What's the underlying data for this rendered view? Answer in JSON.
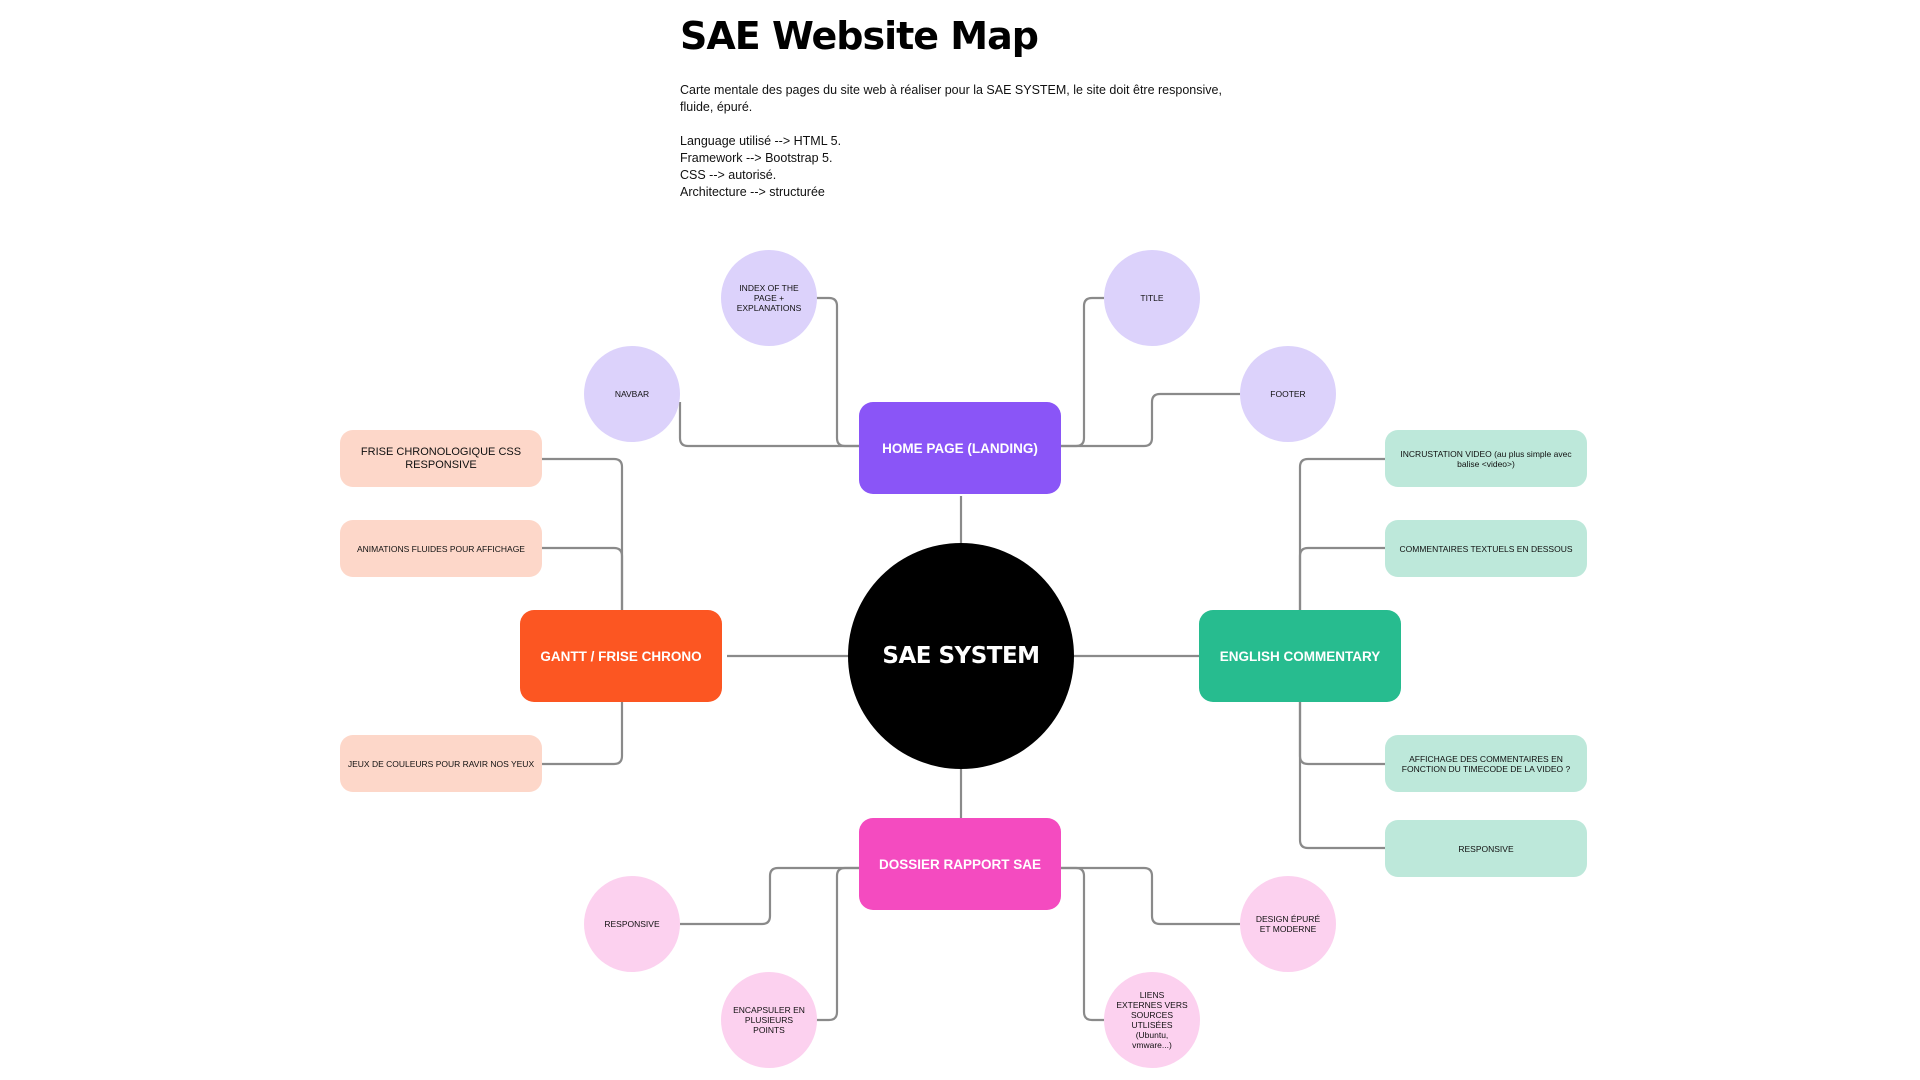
{
  "header": {
    "title": "SAE Website Map",
    "desc_line1": "Carte mentale des pages du site web à réaliser pour la SAE SYSTEM, le site doit être responsive, fluide, épuré.",
    "desc_line2": "Language utilisé --> HTML 5.",
    "desc_line3": "Framework --> Bootstrap 5.",
    "desc_line4": "CSS --> autorisé.",
    "desc_line5": "Architecture --> structurée"
  },
  "colors": {
    "center": "#000000",
    "home": "#8a55f7",
    "home_leaf": "#dcd2fb",
    "gantt": "#fc5622",
    "gantt_leaf": "#fdd7c9",
    "english": "#27bc8f",
    "english_leaf": "#bde8da",
    "dossier": "#f44bc0",
    "dossier_leaf": "#fcd1ef",
    "connector": "#8a8a8a"
  },
  "mindmap": {
    "center": "SAE SYSTEM",
    "home": {
      "label": "HOME PAGE (LANDING)",
      "children": [
        "INDEX OF THE PAGE + EXPLANATIONS",
        "NAVBAR",
        "TITLE",
        "FOOTER"
      ]
    },
    "gantt": {
      "label": "GANTT / FRISE CHRONO",
      "children": [
        "FRISE CHRONOLOGIQUE CSS RESPONSIVE",
        "ANIMATIONS FLUIDES POUR AFFICHAGE",
        "JEUX DE COULEURS POUR RAVIR NOS YEUX"
      ]
    },
    "english": {
      "label": "ENGLISH COMMENTARY",
      "children": [
        "INCRUSTATION VIDEO (au plus simple avec balise <video>)",
        "COMMENTAIRES TEXTUELS EN DESSOUS",
        "AFFICHAGE DES COMMENTAIRES EN FONCTION DU TIMECODE DE LA VIDEO ?",
        "RESPONSIVE"
      ]
    },
    "dossier": {
      "label": "DOSSIER RAPPORT SAE",
      "children": [
        "RESPONSIVE",
        "ENCAPSULER EN PLUSIEURS POINTS",
        "DESIGN ÉPURÉ ET MODERNE",
        "LIENS EXTERNES VERS SOURCES UTLISÉES (Ubuntu, vmware...)"
      ]
    }
  }
}
